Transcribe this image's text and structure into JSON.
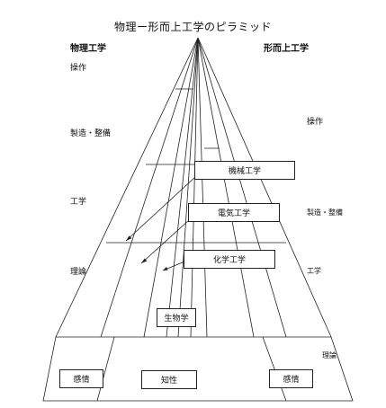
{
  "title": "物理ー形而上工学のピラミッド",
  "left_column": {
    "header": "物理工学",
    "labels": [
      "操作",
      "製造・整備",
      "工学",
      "理論"
    ]
  },
  "right_column": {
    "header": "形而上工学",
    "labels": [
      "操作",
      "製造・整備",
      "工学",
      "理論"
    ]
  },
  "pyramid_boxes": {
    "mechanical": "機械工学",
    "electrical": "電気工学",
    "chemical": "化学工学",
    "biology": "生物学"
  },
  "base_boxes": {
    "emotion_left": "感情",
    "intellect": "知性",
    "emotion_right": "感情"
  }
}
